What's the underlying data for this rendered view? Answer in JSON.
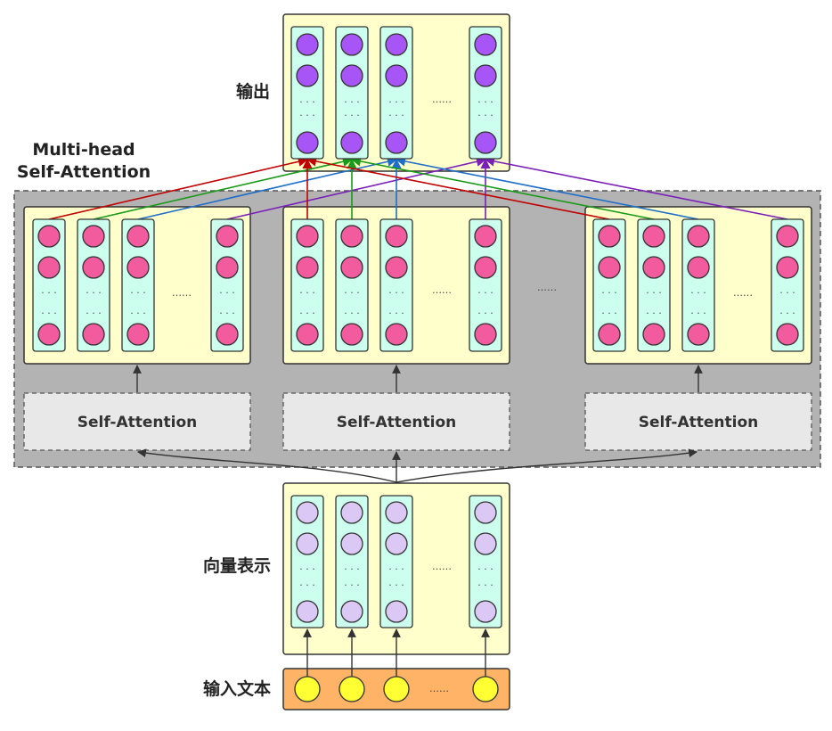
{
  "labels": {
    "output": "输出",
    "multihead_line1": "Multi-head",
    "multihead_line2": "Self-Attention",
    "vectors": "向量表示",
    "input_text": "输入文本",
    "self_attention": "Self-Attention",
    "ellipsis": "……",
    "vdots": "⋮"
  },
  "colors": {
    "yellow_box": "#FFFFCC",
    "column_fill": "#CCFFEE",
    "gray_region": "#B3B3B3",
    "sa_box": "#E8E8E8",
    "input_bar": "#FFB366",
    "output_node": "#A855F7",
    "head_node": "#F25C9E",
    "vector_node": "#DCC8F5",
    "input_node": "#FFFF33",
    "red": "#C00000",
    "green": "#1A9A1A",
    "blue": "#1F6FC8",
    "purple": "#7A1FB8"
  }
}
